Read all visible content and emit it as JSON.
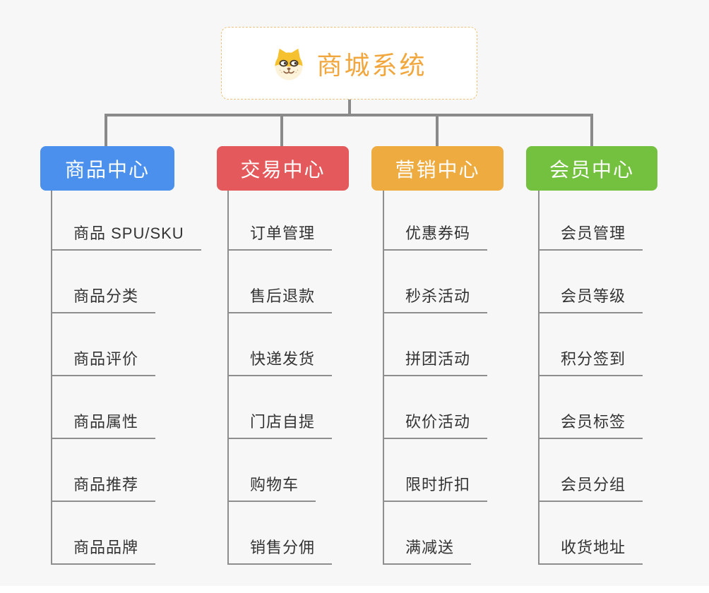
{
  "root": {
    "title": "商城系统",
    "icon": "shiba-dog-icon",
    "title_color": "#f1a73d",
    "border_color": "#ecc27c"
  },
  "branches": [
    {
      "label": "商品中心",
      "color": "#4b90ec",
      "items": [
        "商品 SPU/SKU",
        "商品分类",
        "商品评价",
        "商品属性",
        "商品推荐",
        "商品品牌"
      ]
    },
    {
      "label": "交易中心",
      "color": "#e4595b",
      "items": [
        "订单管理",
        "售后退款",
        "快递发货",
        "门店自提",
        "购物车",
        "销售分佣"
      ]
    },
    {
      "label": "营销中心",
      "color": "#edab40",
      "items": [
        "优惠券码",
        "秒杀活动",
        "拼团活动",
        "砍价活动",
        "限时折扣",
        "满减送"
      ]
    },
    {
      "label": "会员中心",
      "color": "#74c13f",
      "items": [
        "会员管理",
        "会员等级",
        "积分签到",
        "会员标签",
        "会员分组",
        "收货地址"
      ]
    }
  ],
  "connector_color": "#8a8a8a",
  "background_color": "#f7f7f7"
}
